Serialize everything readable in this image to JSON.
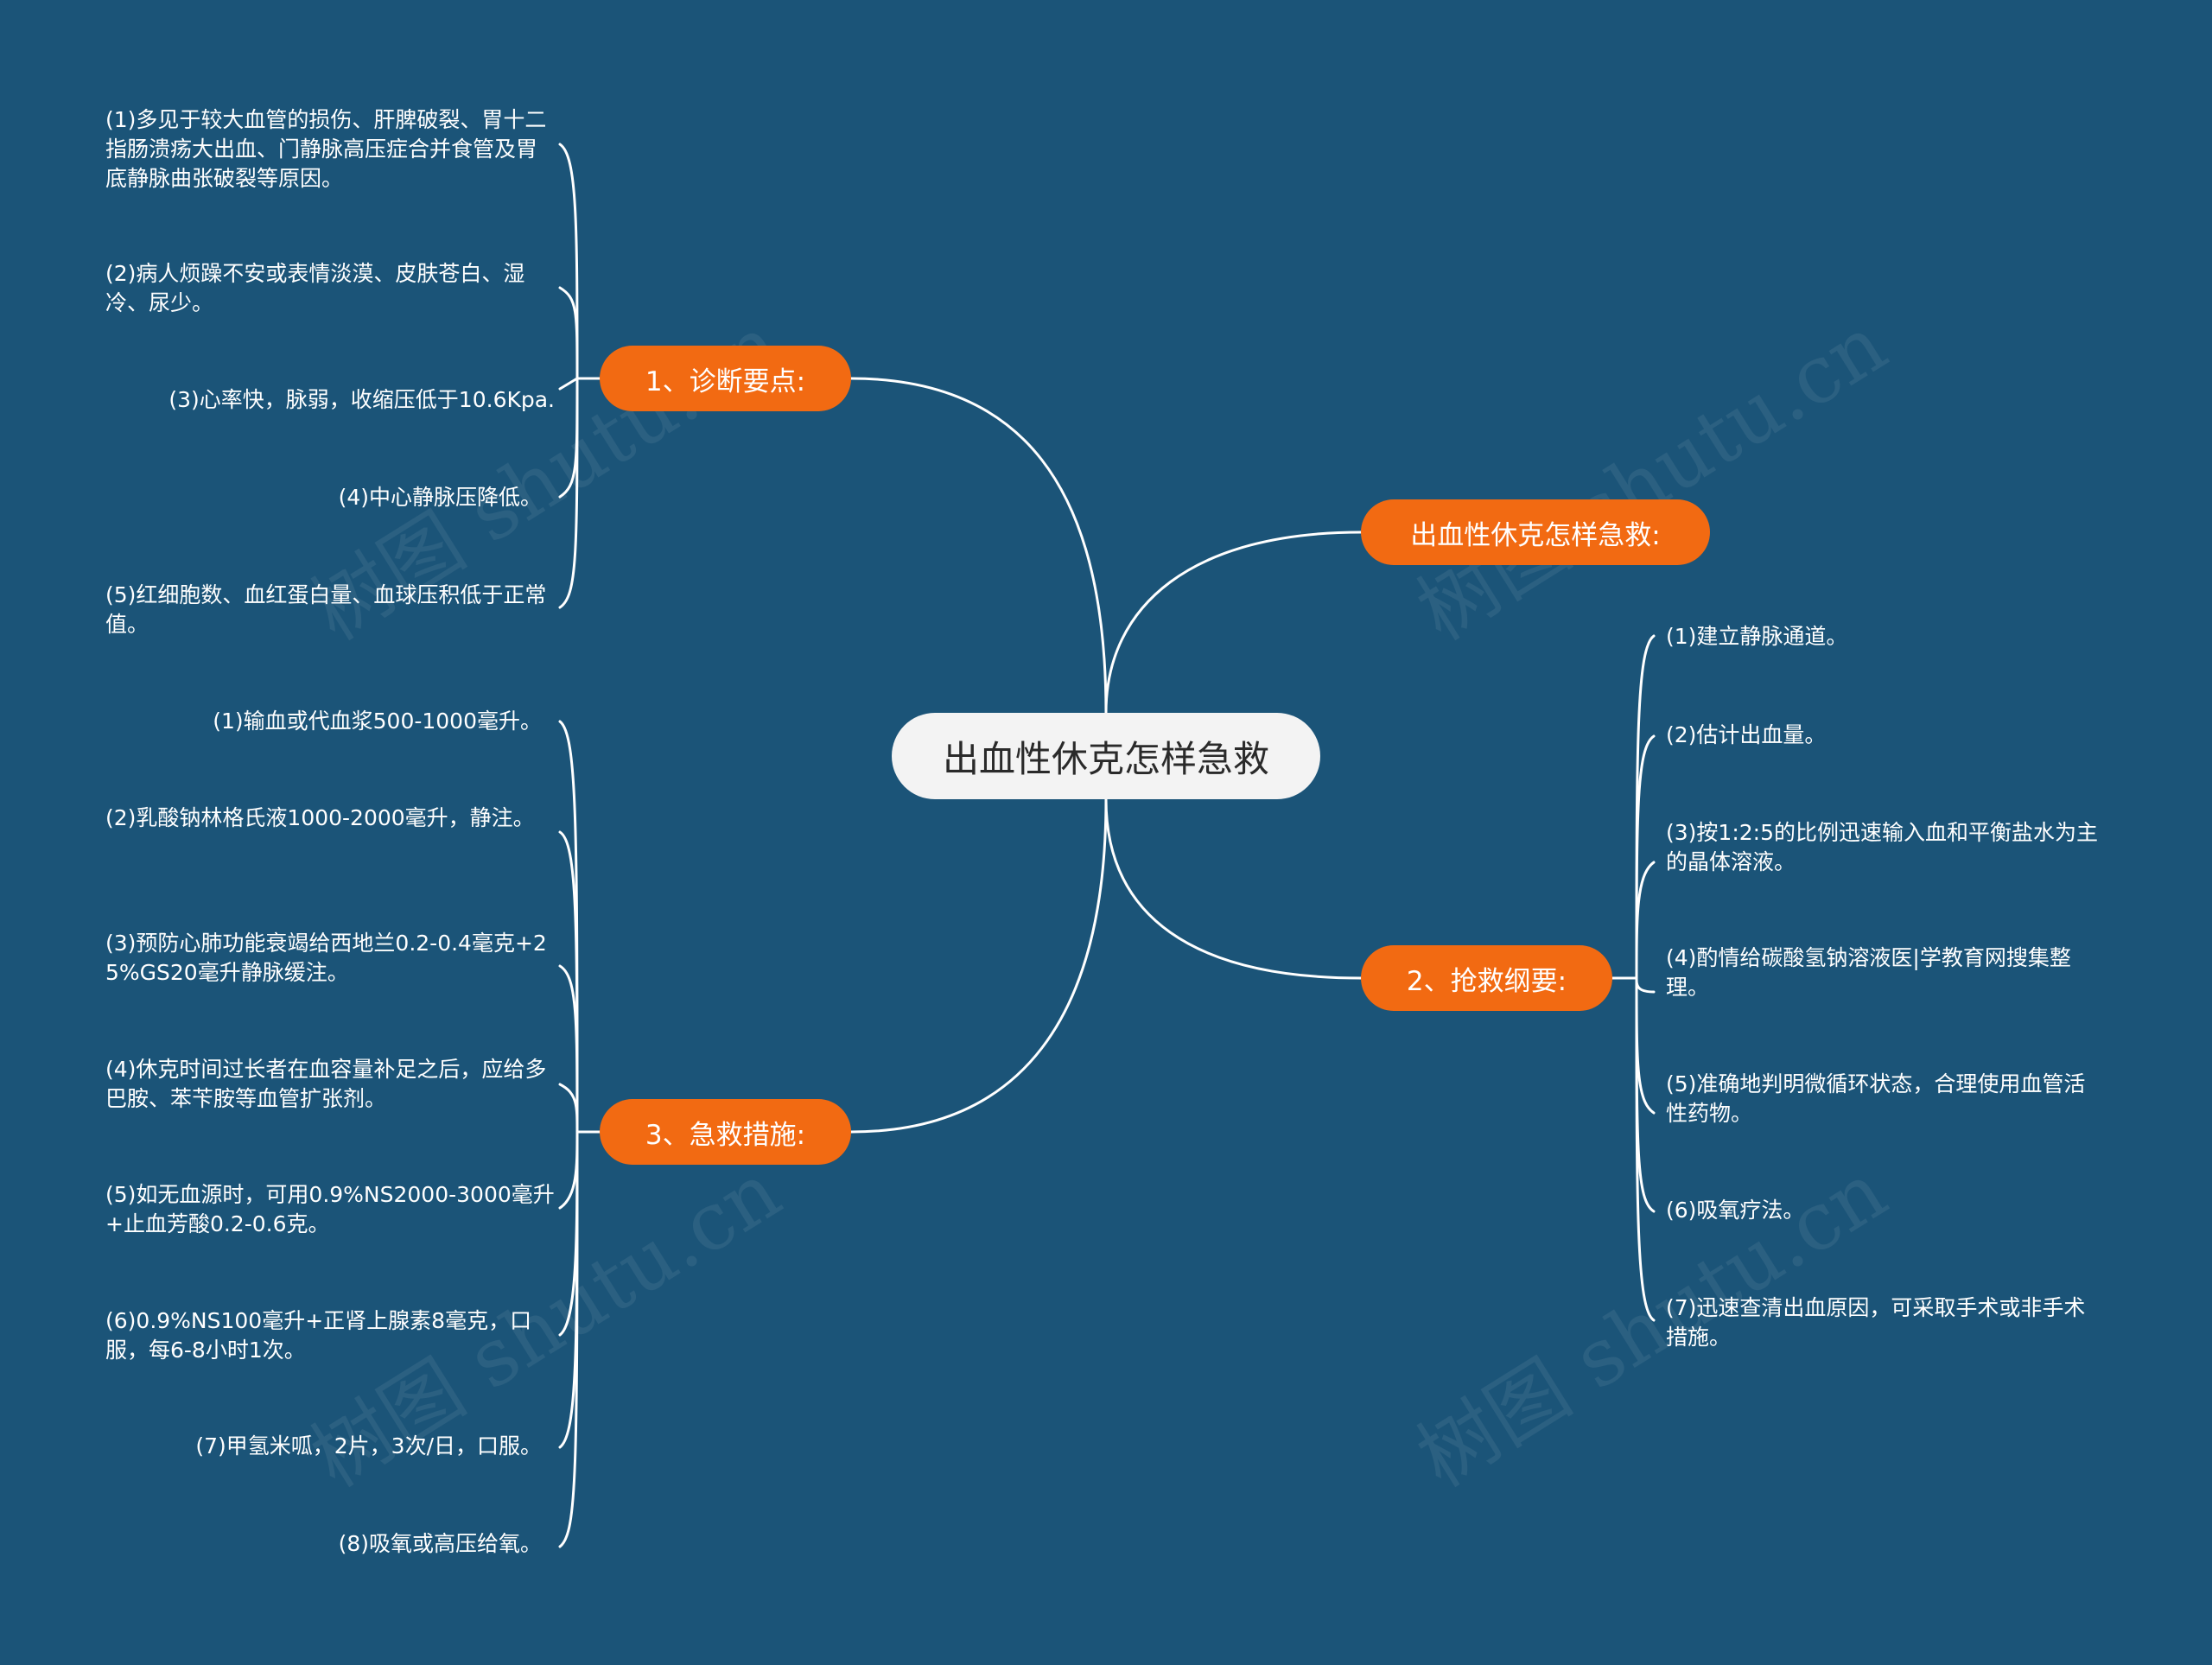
{
  "central": "出血性休克怎样急救",
  "branches": {
    "title_node": "出血性休克怎样急救:",
    "diagnosis": {
      "label": "1、诊断要点:",
      "items": [
        "(1)多见于较大血管的损伤、肝脾破裂、胃十二指肠溃疡大出血、门静脉高压症合并食管及胃底静脉曲张破裂等原因。",
        "(2)病人烦躁不安或表情淡漠、皮肤苍白、湿冷、尿少。",
        "(3)心率快，脉弱，收缩压低于10.6Kpa.",
        "(4)中心静脉压降低。",
        "(5)红细胞数、血红蛋白量、血球压积低于正常值。"
      ]
    },
    "rescue": {
      "label": "2、抢救纲要:",
      "items": [
        "(1)建立静脉通道。",
        "(2)估计出血量。",
        "(3)按1:2:5的比例迅速输入血和平衡盐水为主的晶体溶液。",
        "(4)酌情给碳酸氢钠溶液医|学教育网搜集整理。",
        "(5)准确地判明微循环状态，合理使用血管活性药物。",
        "(6)吸氧疗法。",
        "(7)迅速查清出血原因，可采取手术或非手术措施。"
      ]
    },
    "measures": {
      "label": "3、急救措施:",
      "items": [
        "(1)输血或代血浆500-1000毫升。",
        "(2)乳酸钠林格氏液1000-2000毫升，静注。",
        "(3)预防心肺功能衰竭给西地兰0.2-0.4毫克+25%GS20毫升静脉缓注。",
        "(4)休克时间过长者在血容量补足之后，应给多巴胺、苯苄胺等血管扩张剂。",
        "(5)如无血源时，可用0.9%NS2000-3000毫升+止血芳酸0.2-0.6克。",
        "(6)0.9%NS100毫升+正肾上腺素8毫克，口服，每6-8小时1次。",
        "(7)甲氢米呱，2片，3次/日，口服。",
        "(8)吸氧或高压给氧。"
      ]
    }
  },
  "watermark": "树图 shutu.cn",
  "colors": {
    "background": "#1b5478",
    "branch": "#f26a12",
    "central": "#f3f3f3",
    "line": "#ffffff"
  }
}
